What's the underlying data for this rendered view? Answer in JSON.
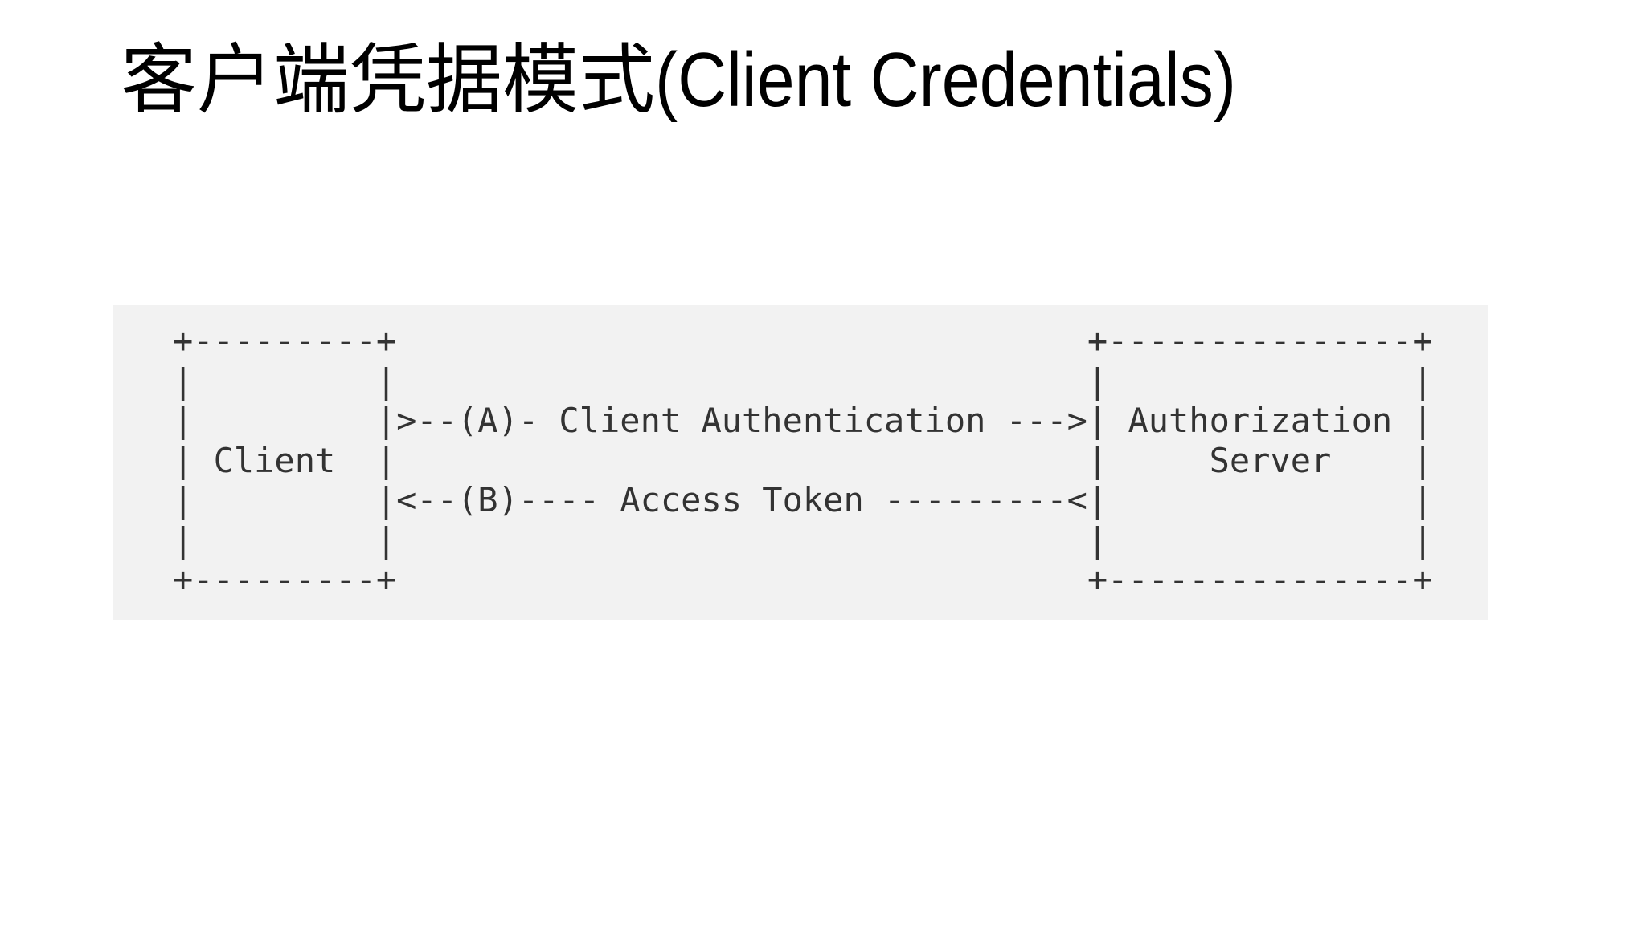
{
  "slide": {
    "title": {
      "zh": "客户端凭据模式",
      "en": "(Client Credentials)"
    }
  },
  "diagram": {
    "type": "ascii-flow",
    "actors": [
      "Client",
      "Authorization Server"
    ],
    "flows": [
      {
        "label": "(A)",
        "text": "Client Authentication",
        "from": "Client",
        "to": "Authorization Server"
      },
      {
        "label": "(B)",
        "text": "Access Token",
        "from": "Authorization Server",
        "to": "Client"
      }
    ],
    "ascii_lines": [
      "+---------+                                  +---------------+",
      "|         |                                  |               |",
      "|         |>--(A)- Client Authentication --->| Authorization |",
      "| Client  |                                  |     Server    |",
      "|         |<--(B)---- Access Token ---------<|               |",
      "|         |                                  |               |",
      "+---------+                                  +---------------+"
    ]
  },
  "colors": {
    "slide-bg": "#ffffff",
    "panel-bg": "#f2f2f2",
    "ascii-text": "#333333",
    "title-text": "#000000"
  }
}
